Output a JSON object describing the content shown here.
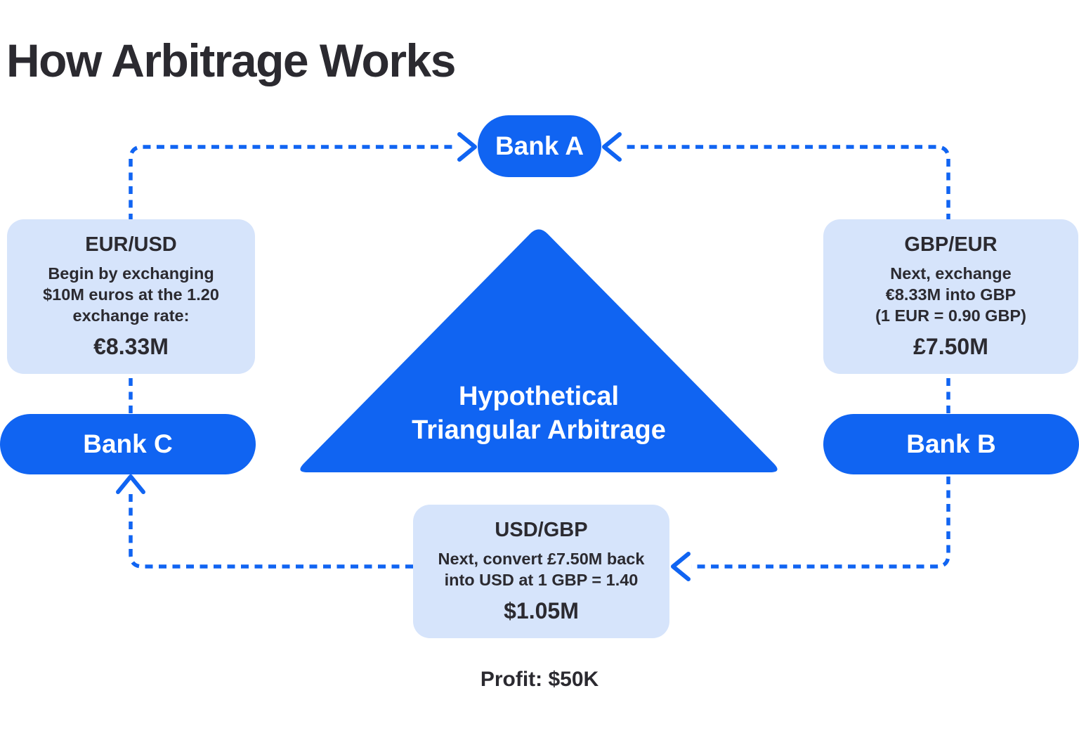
{
  "title": "How Arbitrage Works",
  "banks": {
    "a": {
      "label": "Bank A"
    },
    "b": {
      "label": "Bank B"
    },
    "c": {
      "label": "Bank C"
    }
  },
  "triangle": {
    "label": "Hypothetical\nTriangular Arbitrage"
  },
  "steps": {
    "eur_usd": {
      "title": "EUR/USD",
      "body": "Begin by exchanging\n$10M euros at the 1.20\nexchange rate:",
      "value": "€8.33M"
    },
    "gbp_eur": {
      "title": "GBP/EUR",
      "body": "Next, exchange\n€8.33M into GBP\n(1 EUR = 0.90 GBP)",
      "value": "£7.50M"
    },
    "usd_gbp": {
      "title": "USD/GBP",
      "body": "Next, convert £7.50M back\ninto USD at 1 GBP = 1.40",
      "value": "$1.05M"
    }
  },
  "profit": {
    "label": "Profit: $50K"
  },
  "colors": {
    "primary": "#1064F2",
    "light_box": "#D6E4FB",
    "text_dark": "#2B2A30",
    "text_light": "#FFFFFF"
  }
}
